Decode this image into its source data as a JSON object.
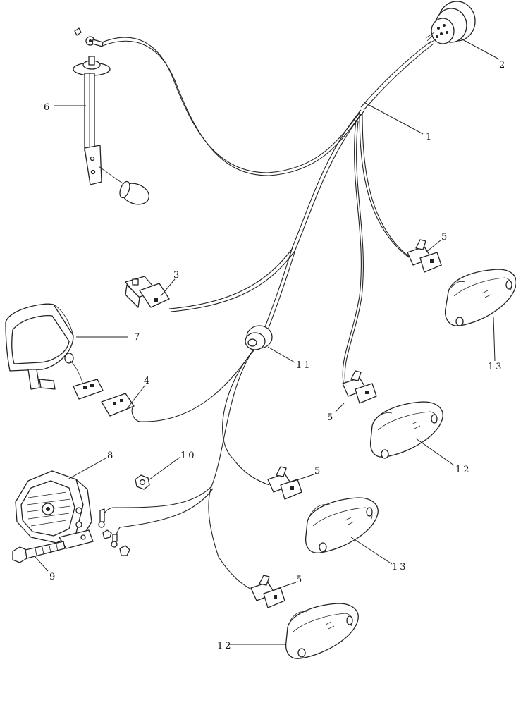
{
  "callouts": {
    "c1": "1",
    "c2": "2",
    "c3": "3",
    "c4": "4",
    "c5a": "5",
    "c5b": "5",
    "c5c": "5",
    "c5d": "5",
    "c6": "6",
    "c7": "7",
    "c8": "8",
    "c9": "9",
    "c10": "10",
    "c11": "11",
    "c12a": "12",
    "c12b": "12",
    "c13a": "13",
    "c13b": "13"
  }
}
